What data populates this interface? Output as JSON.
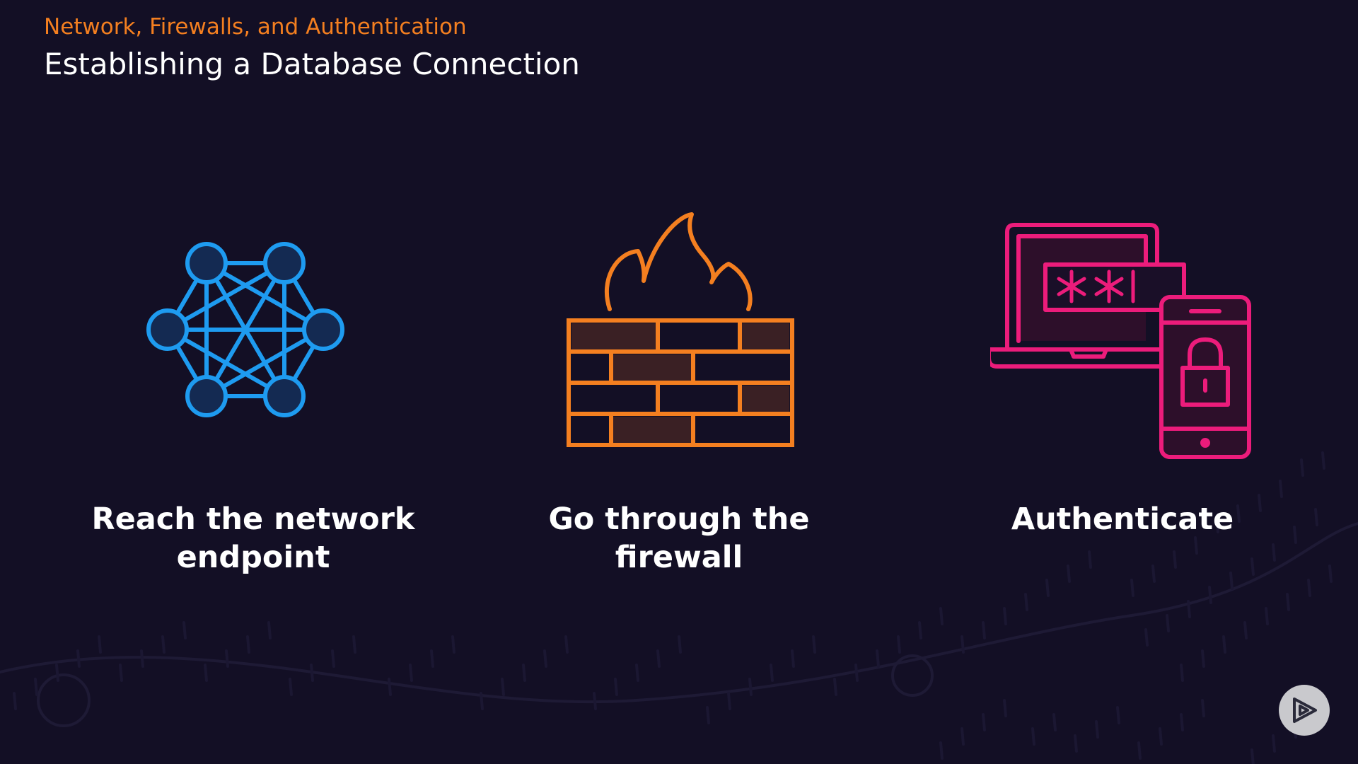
{
  "header": {
    "eyebrow": "Network, Firewalls, and Authentication",
    "title": "Establishing a Database Connection"
  },
  "steps": [
    {
      "label": "Reach the network endpoint",
      "icon": "network-nodes-icon",
      "color": "#1e9bf0"
    },
    {
      "label": "Go through the firewall",
      "icon": "firewall-icon",
      "color": "#f47f20"
    },
    {
      "label": "Authenticate",
      "icon": "authentication-devices-icon",
      "color": "#ec1c7b"
    }
  ],
  "badge": {
    "icon": "play-logo-icon"
  },
  "colors": {
    "background": "#130f25",
    "accent": "#f47f20",
    "text": "#ffffff"
  }
}
